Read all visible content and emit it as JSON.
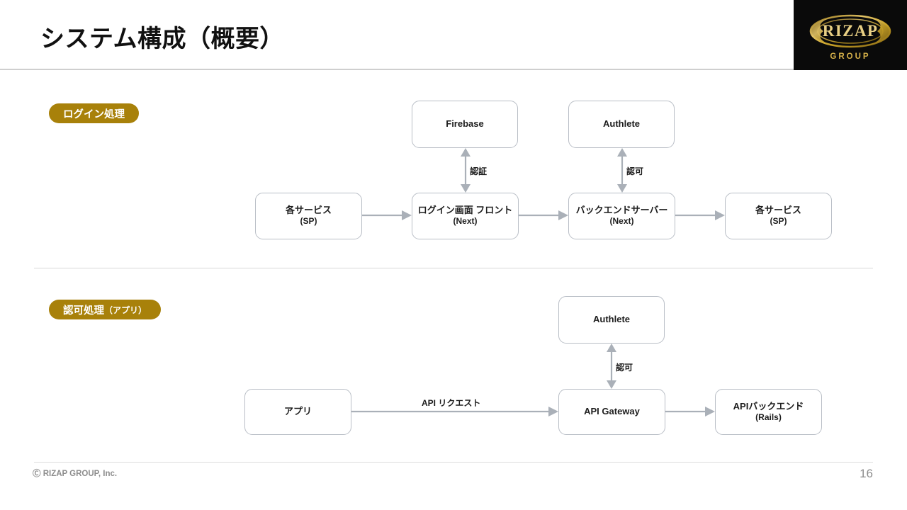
{
  "slide": {
    "title": "システム構成（概要）",
    "page_number": "16",
    "footer_copyright": "Ⓒ RIZAP GROUP, Inc."
  },
  "logo": {
    "brand": "RIZAP",
    "sub": "GROUP",
    "background": "#0a0a0a",
    "gold": "#c9a227"
  },
  "sections": [
    {
      "badge_main": "ログイン処理",
      "badge_sub": "",
      "badge_color": "#a8810a"
    },
    {
      "badge_main": "認可処理",
      "badge_sub": "（アプリ）",
      "badge_color": "#a8810a"
    }
  ],
  "login_flow": {
    "nodes": {
      "firebase": {
        "line1": "Firebase",
        "line2": ""
      },
      "authlete": {
        "line1": "Authlete",
        "line2": ""
      },
      "sp_left": {
        "line1": "各サービス",
        "line2": "(SP)"
      },
      "login_front": {
        "line1": "ログイン画面 フロント",
        "line2": "(Next)"
      },
      "backend": {
        "line1": "バックエンドサーバー",
        "line2": "(Next)"
      },
      "sp_right": {
        "line1": "各サービス",
        "line2": "(SP)"
      }
    },
    "edges": {
      "auth_label": "認証",
      "authz_label": "認可"
    }
  },
  "app_flow": {
    "nodes": {
      "authlete": {
        "line1": "Authlete",
        "line2": ""
      },
      "app": {
        "line1": "アプリ",
        "line2": ""
      },
      "api_gateway": {
        "line1": "API Gateway",
        "line2": ""
      },
      "api_backend": {
        "line1": "APIバックエンド",
        "line2": "(Rails)"
      }
    },
    "edges": {
      "api_request_label": "API リクエスト",
      "authz_label": "認可"
    }
  },
  "colors": {
    "node_border": "#b9bec6",
    "connector": "#aab0b8",
    "divider": "#d8d8d8",
    "header_rule": "#cfcfcf",
    "muted_text": "#8d8d8d"
  }
}
